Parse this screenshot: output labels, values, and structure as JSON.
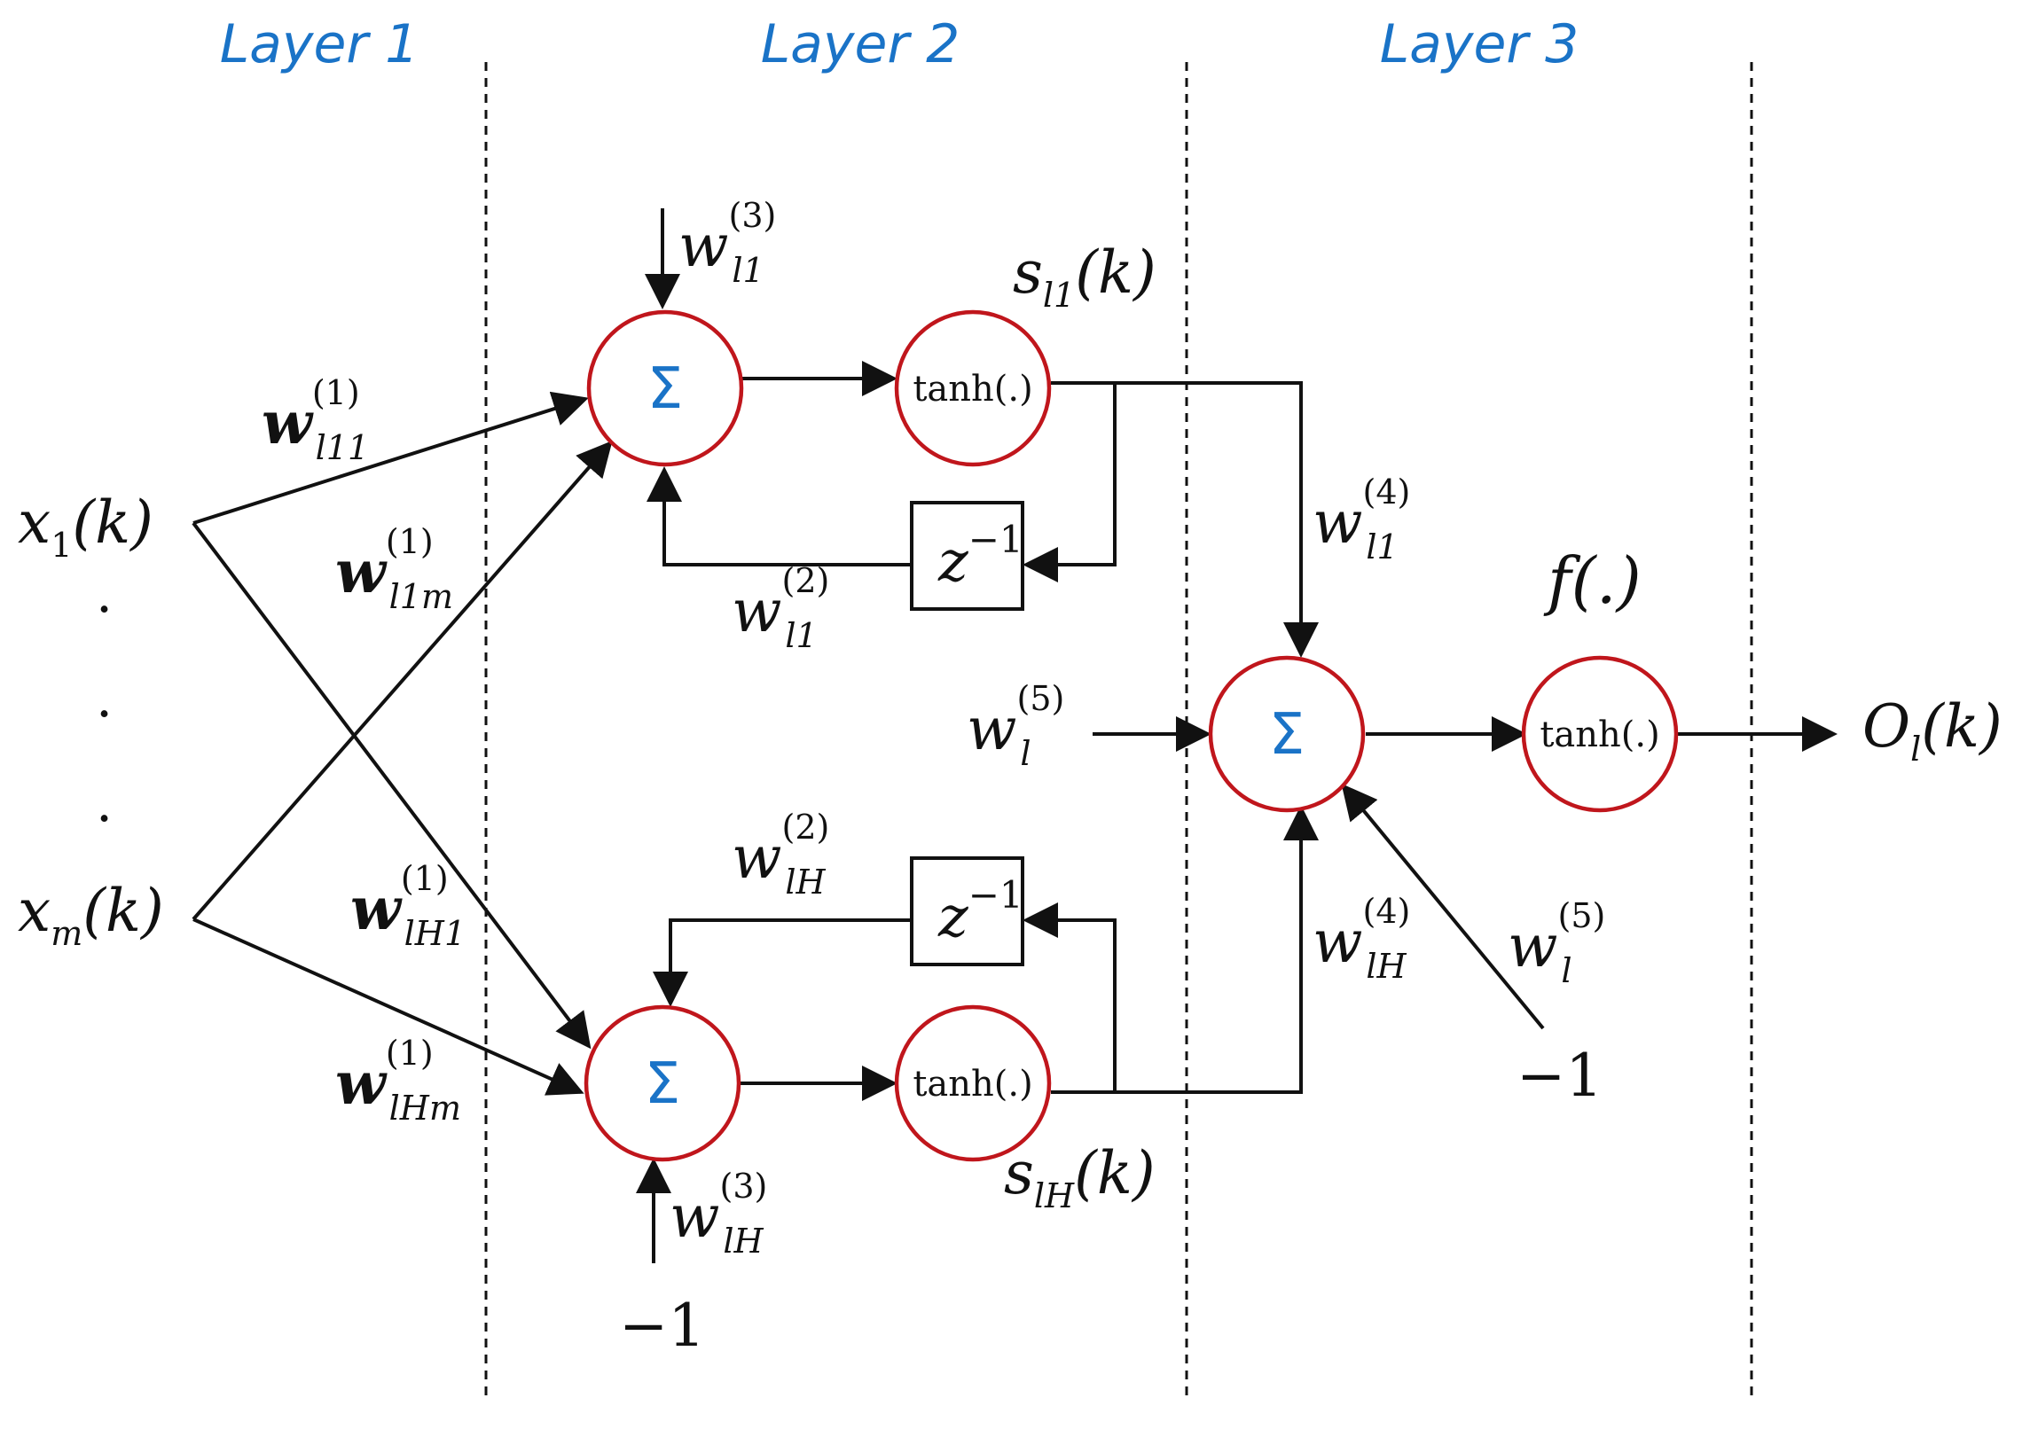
{
  "layers": [
    "Layer 1",
    "Layer 2",
    "Layer 3"
  ],
  "inputs": {
    "x1": {
      "base": "x",
      "sub": "1",
      "arg": "(k)"
    },
    "dots": ".",
    "xm": {
      "base": "x",
      "sub": "m",
      "arg": "(k)"
    }
  },
  "nodes": {
    "sum_symbol": "Σ",
    "activation": "tanh(.)",
    "delay": {
      "base": "z",
      "sup": "−1"
    }
  },
  "weights": {
    "w_l11_1": {
      "base": "w",
      "sub": "l11",
      "sup": "(1)"
    },
    "w_l1m_1": {
      "base": "w",
      "sub": "l1m",
      "sup": "(1)"
    },
    "w_lH1_1": {
      "base": "w",
      "sub": "lH1",
      "sup": "(1)"
    },
    "w_lHm_1": {
      "base": "w",
      "sub": "lHm",
      "sup": "(1)"
    },
    "w_l1_2": {
      "base": "w",
      "sub": "l1",
      "sup": "(2)"
    },
    "w_lH_2": {
      "base": "w",
      "sub": "lH",
      "sup": "(2)"
    },
    "w_l1_3": {
      "base": "w",
      "sub": "l1",
      "sup": "(3)"
    },
    "w_lH_3": {
      "base": "w",
      "sub": "lH",
      "sup": "(3)"
    },
    "w_l1_4": {
      "base": "w",
      "sub": "l1",
      "sup": "(4)"
    },
    "w_lH_4": {
      "base": "w",
      "sub": "lH",
      "sup": "(4)"
    },
    "w_l_5_input": {
      "base": "w",
      "sub": "l",
      "sup": "(5)"
    },
    "w_l_5_bias": {
      "base": "w",
      "sub": "l",
      "sup": "(5)"
    }
  },
  "signals": {
    "s_l1": {
      "base": "s",
      "sub": "l1",
      "arg": "(k)"
    },
    "s_lH": {
      "base": "s",
      "sub": "lH",
      "arg": "(k)"
    },
    "output": {
      "base": "O",
      "sub": "l",
      "arg": "(k)"
    },
    "f": "f(.)",
    "bias_hidden": "−1",
    "bias_output": "−1"
  }
}
